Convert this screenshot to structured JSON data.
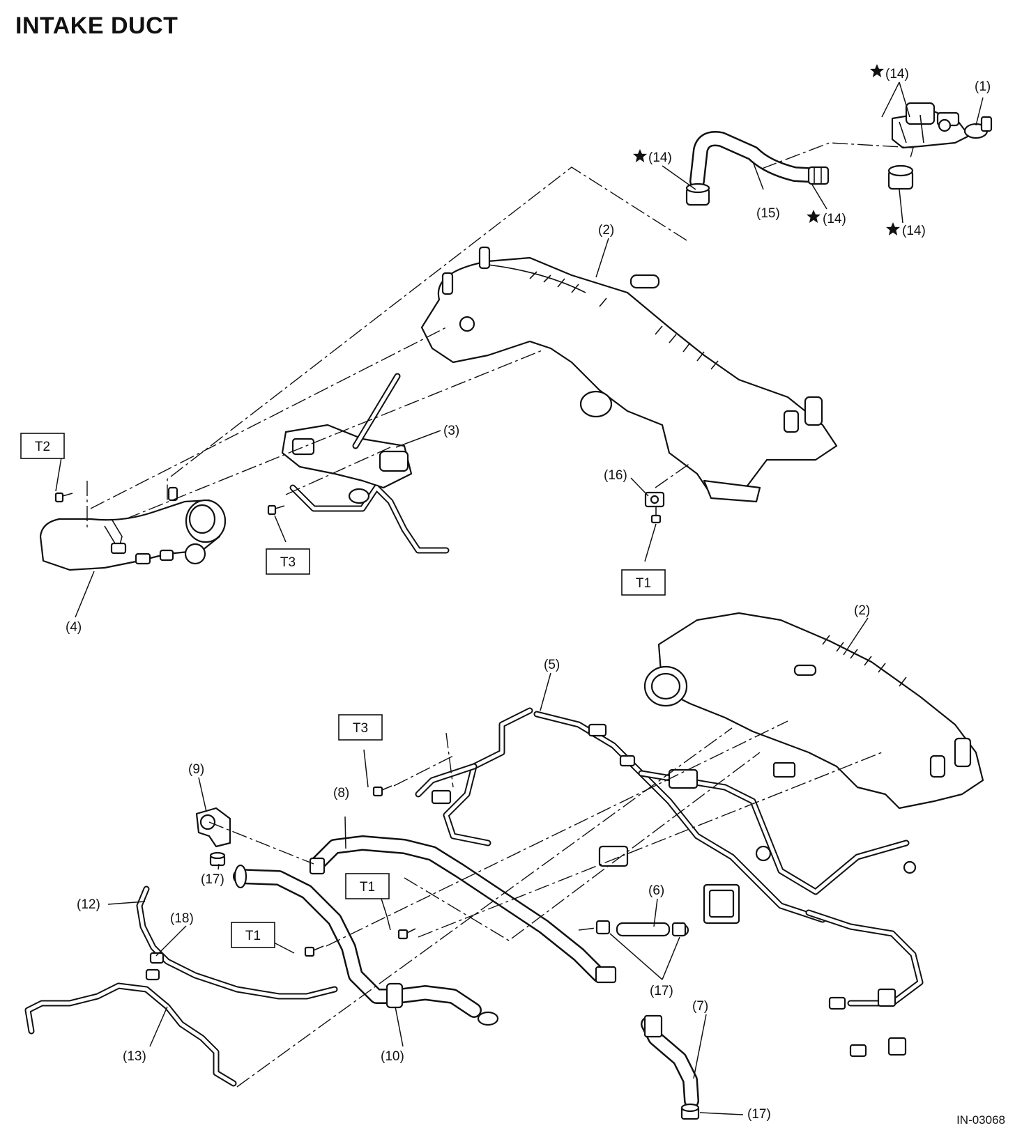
{
  "title": "INTAKE DUCT",
  "figure_code": "IN-03068",
  "callouts": {
    "c1": "(1)",
    "c2a": "(2)",
    "c2b": "(2)",
    "c3": "(3)",
    "c4": "(4)",
    "c5": "(5)",
    "c6": "(6)",
    "c7": "(7)",
    "c8": "(8)",
    "c9": "(9)",
    "c10": "(10)",
    "c12": "(12)",
    "c13": "(13)",
    "c14a": "(14)",
    "c14b": "(14)",
    "c14c": "(14)",
    "c14d": "(14)",
    "c15": "(15)",
    "c16": "(16)",
    "c17a": "(17)",
    "c17b": "(17)",
    "c17c": "(17)",
    "c18": "(18)"
  },
  "torque_tags": {
    "t2": "T2",
    "t3a": "T3",
    "t1a": "T1",
    "t3b": "T3",
    "t1b": "T1",
    "t1c": "T1"
  },
  "icons": [
    "star-icon"
  ]
}
